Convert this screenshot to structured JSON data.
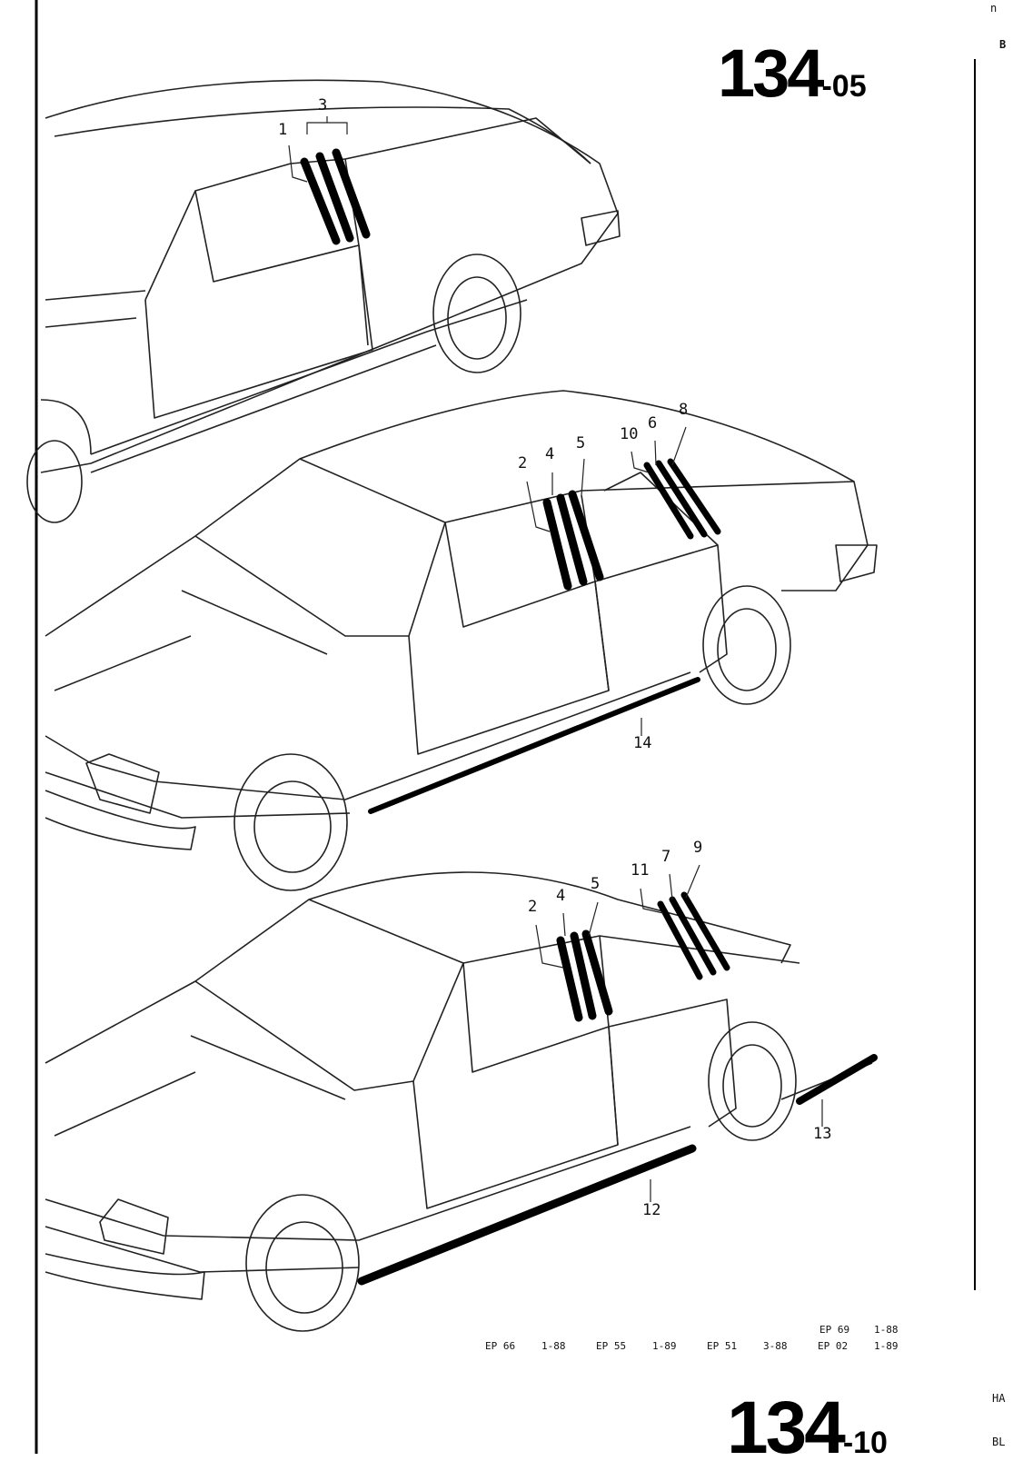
{
  "page_number_top": {
    "main": "134",
    "sub": "-05"
  },
  "page_number_bottom": {
    "main": "134",
    "sub": "-10"
  },
  "callouts": {
    "car1": [
      "1",
      "3"
    ],
    "car2": [
      "2",
      "4",
      "5",
      "10",
      "6",
      "8",
      "14"
    ],
    "car3": [
      "2",
      "4",
      "5",
      "11",
      "7",
      "9",
      "12",
      "13"
    ]
  },
  "ep_codes": {
    "row1": [
      {
        "code": "EP 69",
        "date": "1-88"
      }
    ],
    "row2": [
      {
        "code": "EP 66",
        "date": "1-88"
      },
      {
        "code": "EP 55",
        "date": "1-89"
      },
      {
        "code": "EP 51",
        "date": "3-88"
      },
      {
        "code": "EP 02",
        "date": "1-89"
      }
    ]
  },
  "edge_text": {
    "top": "n",
    "b1": "B",
    "ha": "HA",
    "bl": "BL"
  }
}
